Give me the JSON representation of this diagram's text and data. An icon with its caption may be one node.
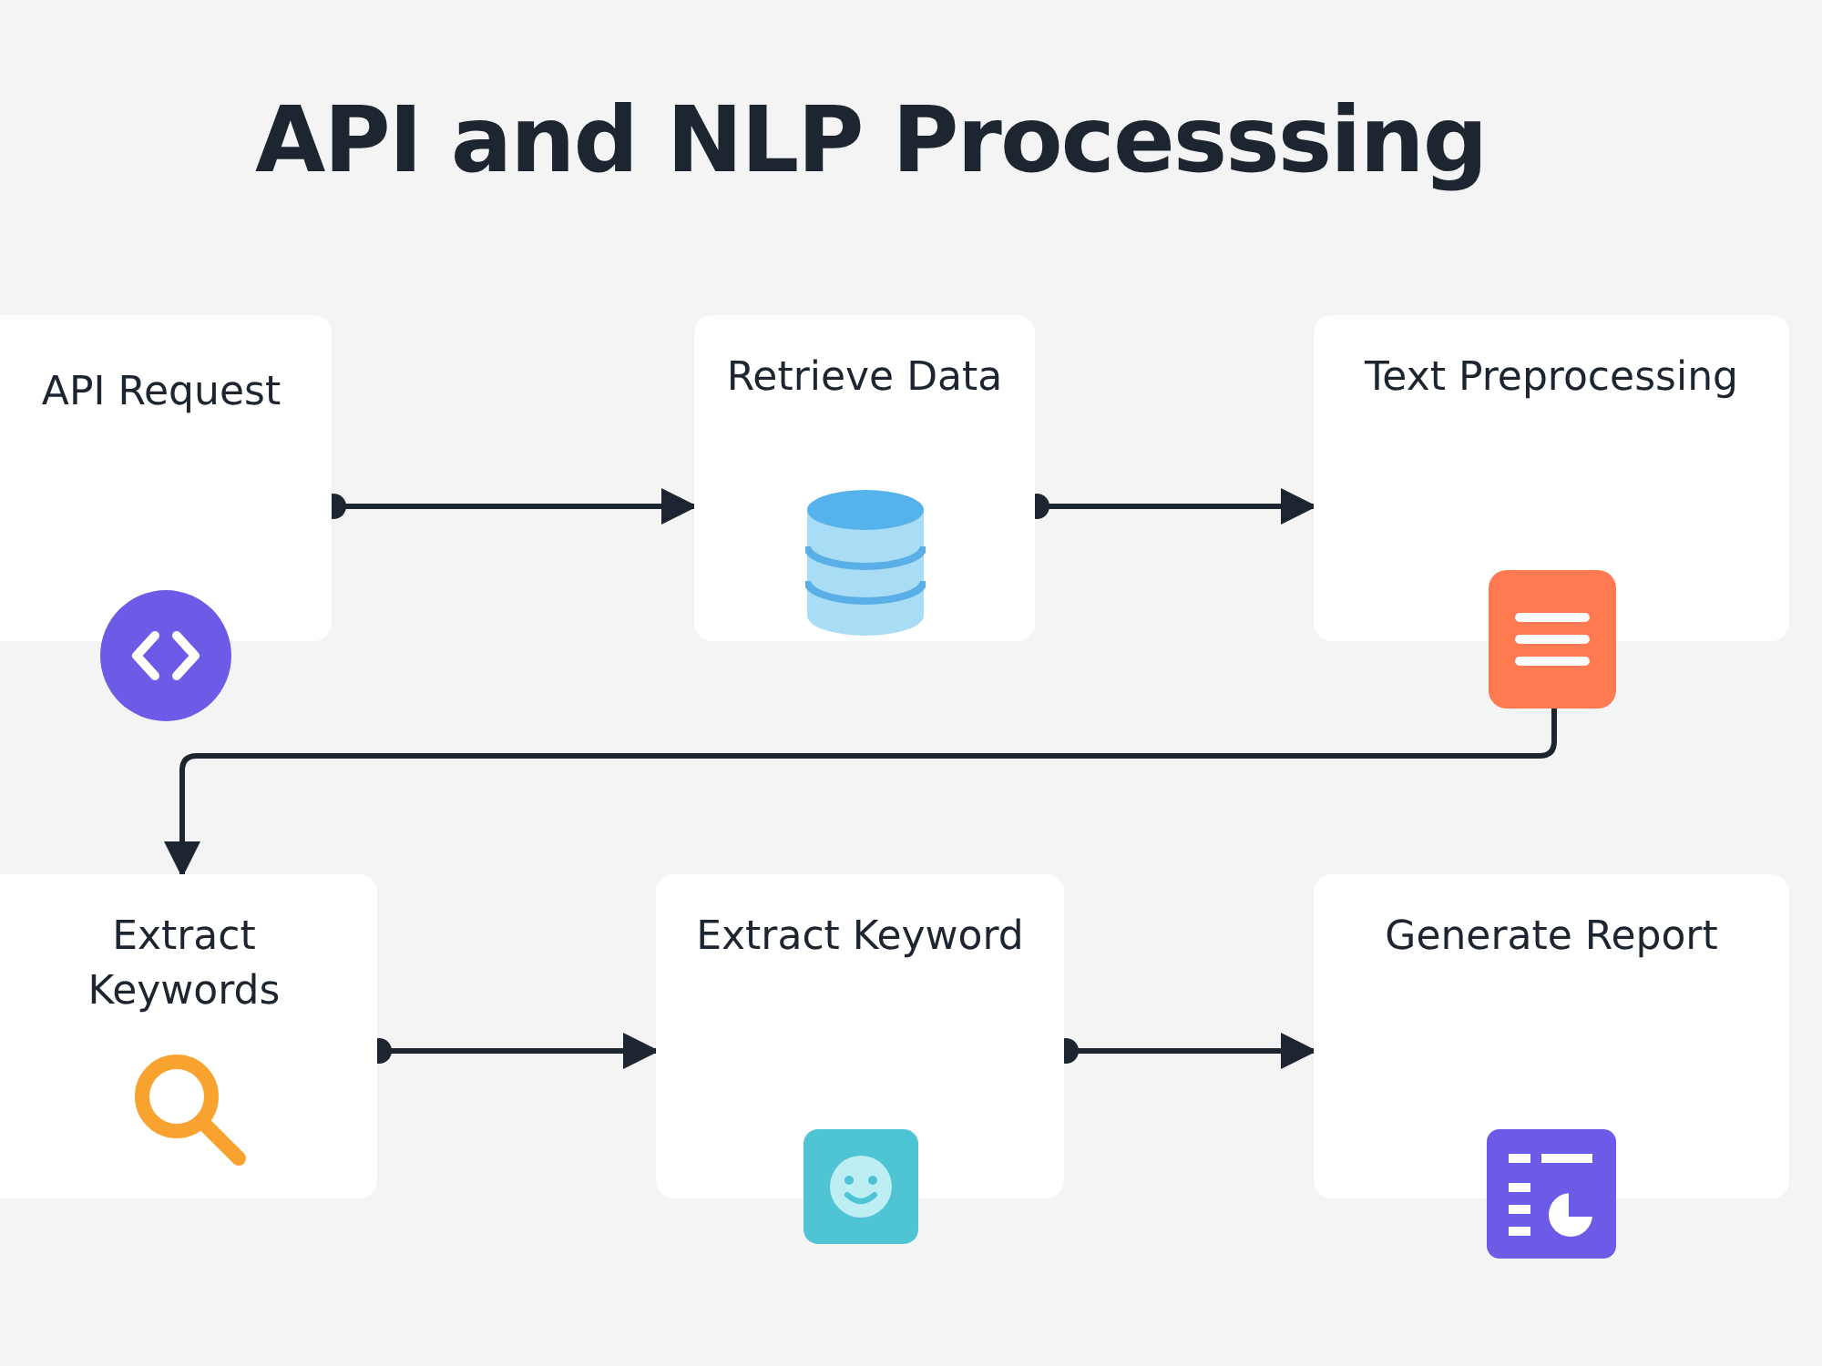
{
  "diagram": {
    "title": "API and NLP Processsing",
    "nodes": [
      {
        "text": [
          "API Request"
        ]
      },
      {
        "text": [
          "Retrieve Data"
        ]
      },
      {
        "text": [
          "Text Preprocessing"
        ]
      },
      {
        "text": [
          "Extract Keywords"
        ]
      },
      {
        "text": [
          "Extract Keyword"
        ]
      },
      {
        "text": [
          "Generate Report"
        ]
      }
    ],
    "edges": [
      {
        "from": 0,
        "to": 1,
        "arrow": "to"
      },
      {
        "from": 1,
        "to": 2,
        "arrow": "to"
      },
      {
        "from": 2,
        "to": 3,
        "arrow": "to"
      },
      {
        "from": 3,
        "to": 4,
        "arrow": "to"
      },
      {
        "from": 4,
        "to": 5,
        "arrow": "to"
      }
    ]
  }
}
